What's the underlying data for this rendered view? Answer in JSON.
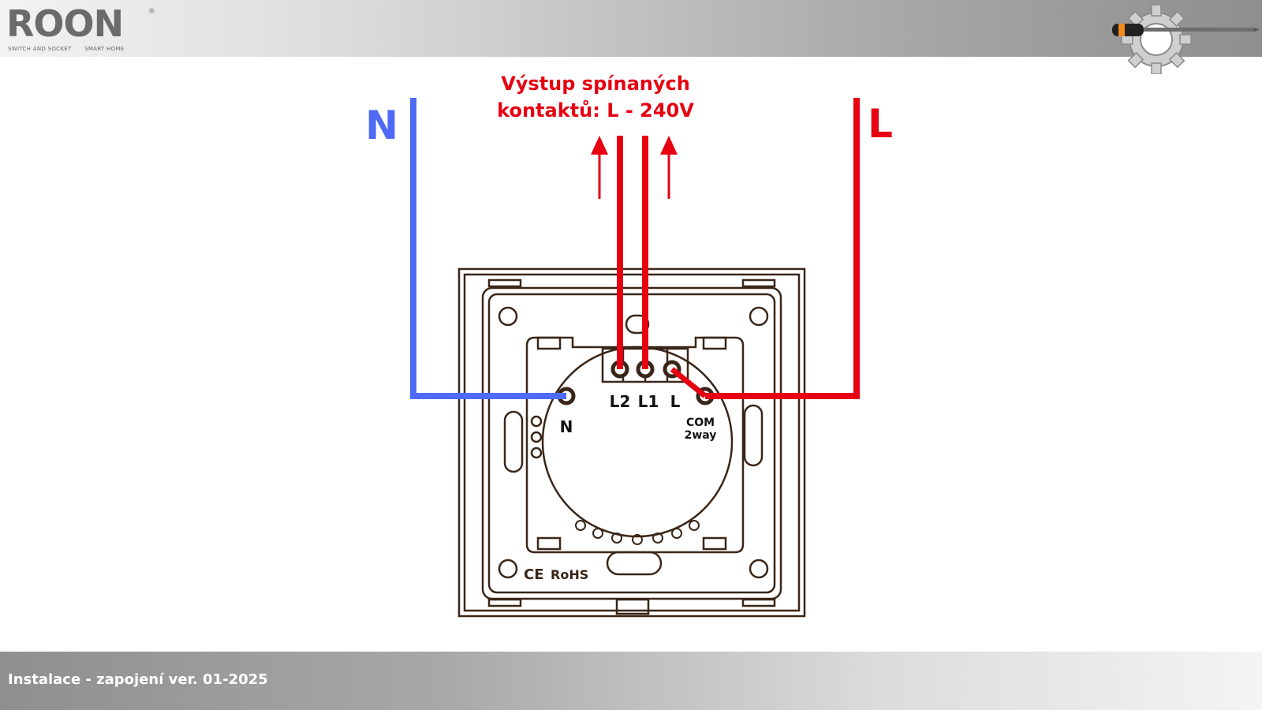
{
  "header": {
    "logo_text": "ROON",
    "logo_registered": "®",
    "logo_tagline_left": "SWITCH AND SOCKET",
    "logo_tagline_right": "SMART HOME"
  },
  "diagram": {
    "title_line1": "Výstup spínaných",
    "title_line2": "kontaktů: L - 240V",
    "wire_neutral_label": "N",
    "wire_live_label": "L",
    "terminal_l2": "L2",
    "terminal_l1": "L1",
    "terminal_l": "L",
    "terminal_n": "N",
    "terminal_com": "COM",
    "terminal_com_sub": "2way",
    "mark_ce": "CE",
    "mark_rohs": "RoHS",
    "colors": {
      "neutral": "#4f6bf5",
      "live": "#e60012",
      "outline": "#3a2618"
    }
  },
  "footer": {
    "text": "Instalace - zapojení ver. 01-2025"
  }
}
